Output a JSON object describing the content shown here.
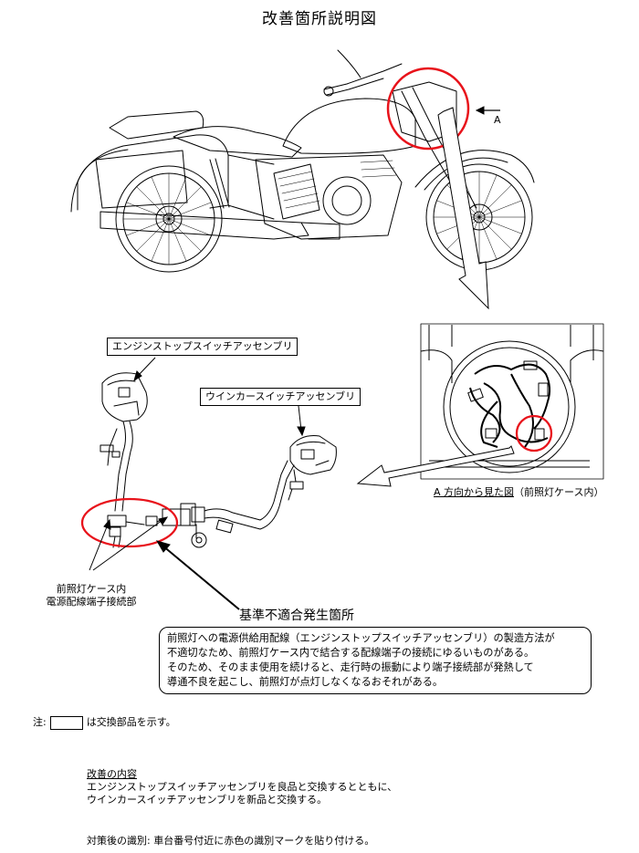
{
  "title": "改善箇所説明図",
  "view_marker": "A",
  "view_caption": {
    "main": "A 方向から見た図",
    "sub": "（前照灯ケース内）"
  },
  "labels": {
    "engine_stop_switch": "エンジンストップスイッチアッセンブリ",
    "winker_switch": "ウインカースイッチアッセンブリ",
    "connector_line1": "前照灯ケース内",
    "connector_line2": "電源配線端子接続部"
  },
  "defect": {
    "title": "基準不適合発生箇所",
    "lines": [
      "前照灯への電源供給用配線（エンジンストップスイッチアッセンブリ）の製造方法が",
      "不適切なため、前照灯ケース内で結合する配線端子の接続にゆるいものがある。",
      "そのため、そのまま使用を続けると、走行時の振動により端子接続部が発熱して",
      "導通不良を起こし、前照灯が点灯しなくなるおそれがある。"
    ]
  },
  "note": {
    "prefix": "注:",
    "suffix": "は交換部品を示す。"
  },
  "remedy": {
    "heading": "改善の内容",
    "lines": [
      "エンジンストップスイッチアッセンブリを良品と交換するとともに、",
      "ウインカースイッチアッセンブリを新品と交換する。"
    ]
  },
  "identification": "対策後の識別: 車台番号付近に赤色の識別マークを貼り付ける。",
  "colors": {
    "highlight": "#e8131b",
    "line": "#000000"
  }
}
